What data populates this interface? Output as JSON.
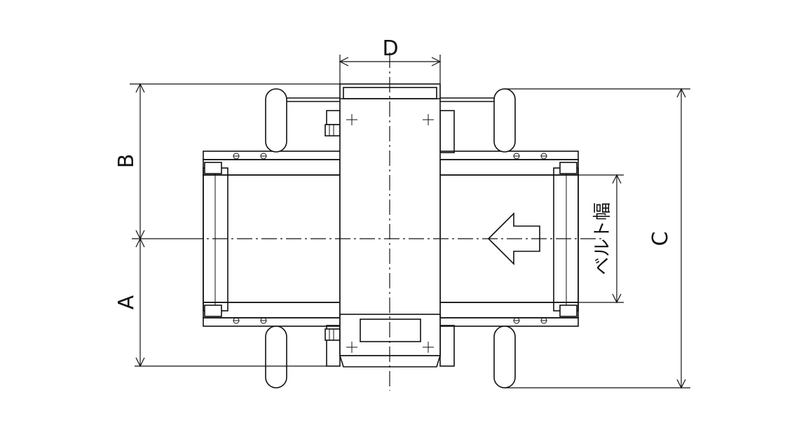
{
  "labels": {
    "d": "D",
    "b": "B",
    "a": "A",
    "c": "C",
    "belt_width": "ベルト幅"
  },
  "colors": {
    "line": "#111111",
    "background": "#ffffff"
  }
}
